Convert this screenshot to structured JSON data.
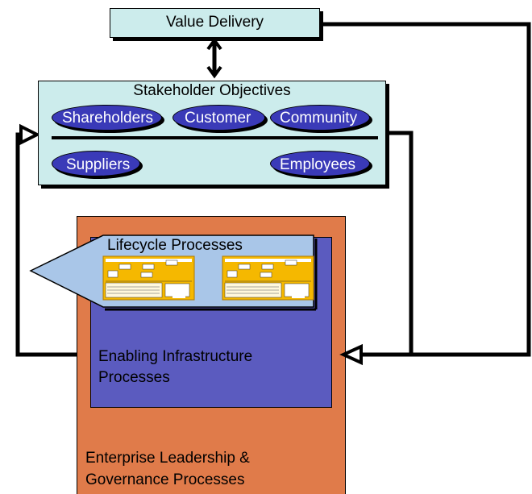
{
  "value_delivery": {
    "label": "Value Delivery"
  },
  "stakeholder_objectives": {
    "title": "Stakeholder Objectives",
    "stakeholders": [
      {
        "label": "Shareholders"
      },
      {
        "label": "Customer"
      },
      {
        "label": "Community"
      },
      {
        "label": "Suppliers"
      },
      {
        "label": "Employees"
      }
    ]
  },
  "lifecycle_processes": {
    "label": "Lifecycle Processes"
  },
  "enabling_infrastructure": {
    "label_line1": "Enabling Infrastructure",
    "label_line2": "Processes"
  },
  "enterprise_leadership": {
    "label_line1": "Enterprise Leadership &",
    "label_line2": "Governance Processes"
  },
  "colors": {
    "light_box": "#ccecec",
    "orange_box": "#e07b4a",
    "blue_box": "#5b5bbf",
    "lifecycle_arrow": "#a9c6e8",
    "oval": "#3a3ab8",
    "thumbnail": "#f5b800"
  }
}
